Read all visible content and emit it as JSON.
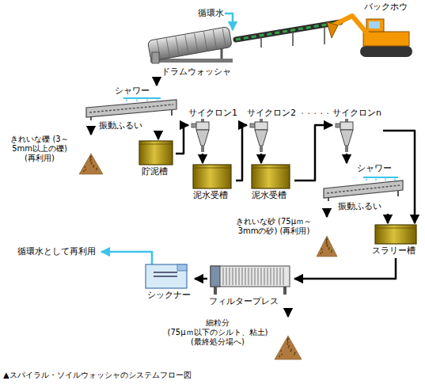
{
  "diagram": {
    "caption": "▲スパイラル・ソイルウォッシャのシステムフロー図",
    "nodes": [
      {
        "text": [
          "バックホウ"
        ]
      },
      {
        "text": [
          "ドラムウォッシャ"
        ]
      },
      {
        "text": [
          "シャワー",
          "振動ふるい"
        ]
      },
      {
        "text": [
          "きれいな礫 (3～5mm以上の礫) (再利用)"
        ]
      },
      {
        "text": [
          "貯泥槽"
        ]
      },
      {
        "text": [
          "サイクロン1"
        ]
      },
      {
        "text": [
          "泥水受槽"
        ]
      },
      {
        "text": [
          "サイクロン2"
        ]
      },
      {
        "text": [
          "泥水受槽"
        ]
      },
      {
        "text": [
          "サイクロンn"
        ]
      },
      {
        "text": [
          "シャワー",
          "振動ふるい"
        ]
      },
      {
        "text": [
          "きれいな砂 (75μｍ～3mmの砂) (再利用)"
        ]
      },
      {
        "text": [
          "スラリー槽"
        ]
      },
      {
        "text": [
          "フィルタープレス"
        ]
      },
      {
        "text": [
          "シックナー"
        ]
      },
      {
        "text": [
          "細粒分 (75μｍ以下のシルト、粘土) (最終処分場へ)"
        ]
      }
    ],
    "edges": [
      {
        "from": 1,
        "to": 2,
        "arrow": "to"
      },
      {
        "from": 2,
        "to": 3,
        "arrow": "to"
      },
      {
        "from": 2,
        "to": 4,
        "arrow": "to"
      },
      {
        "from": 4,
        "to": 5,
        "arrow": "to"
      },
      {
        "from": 5,
        "to": 6,
        "arrow": "to"
      },
      {
        "from": 6,
        "to": 7,
        "arrow": "to"
      },
      {
        "from": 7,
        "to": 8,
        "arrow": "to"
      },
      {
        "from": 8,
        "to": 9,
        "arrow": "to"
      },
      {
        "from": 9,
        "to": 10,
        "arrow": "to"
      },
      {
        "from": 9,
        "to": 12,
        "arrow": "to"
      },
      {
        "from": 10,
        "to": 11,
        "arrow": "to"
      },
      {
        "from": 10,
        "to": 12,
        "arrow": "to"
      },
      {
        "from": 12,
        "to": 13,
        "arrow": "to"
      },
      {
        "from": 13,
        "to": 14,
        "arrow": "to"
      },
      {
        "from": 13,
        "to": 15,
        "arrow": "to"
      }
    ],
    "labels": [
      "循環水",
      "・・・・・",
      "循環水として再利用"
    ]
  }
}
